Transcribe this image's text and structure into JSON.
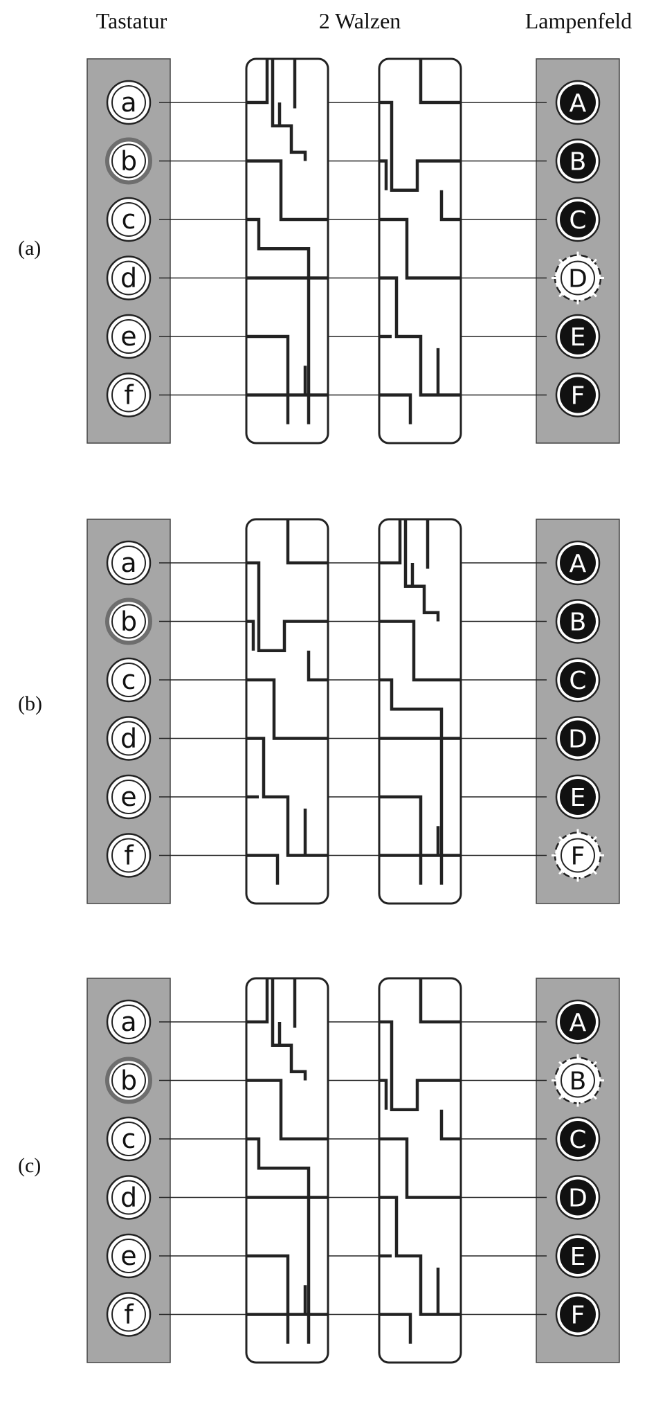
{
  "headers": {
    "keyboard": "Tastatur",
    "rotors": "2 Walzen",
    "lampboard": "Lampenfeld"
  },
  "keys": [
    "a",
    "b",
    "c",
    "d",
    "e",
    "f"
  ],
  "lamps": [
    "A",
    "B",
    "C",
    "D",
    "E",
    "F"
  ],
  "panels": [
    {
      "label": "(a)",
      "pressed_key": "b",
      "lit_lamp": "D"
    },
    {
      "label": "(b)",
      "pressed_key": "b",
      "lit_lamp": "F"
    },
    {
      "label": "(c)",
      "pressed_key": "b",
      "lit_lamp": "B"
    }
  ],
  "colors": {
    "panel_fill": "#a6a6a6",
    "wire": "#222222",
    "lamp_fill": "#111111",
    "lit_lamp_fill": "#ffffff",
    "pressed_key_ring": "#6e6e6e"
  }
}
